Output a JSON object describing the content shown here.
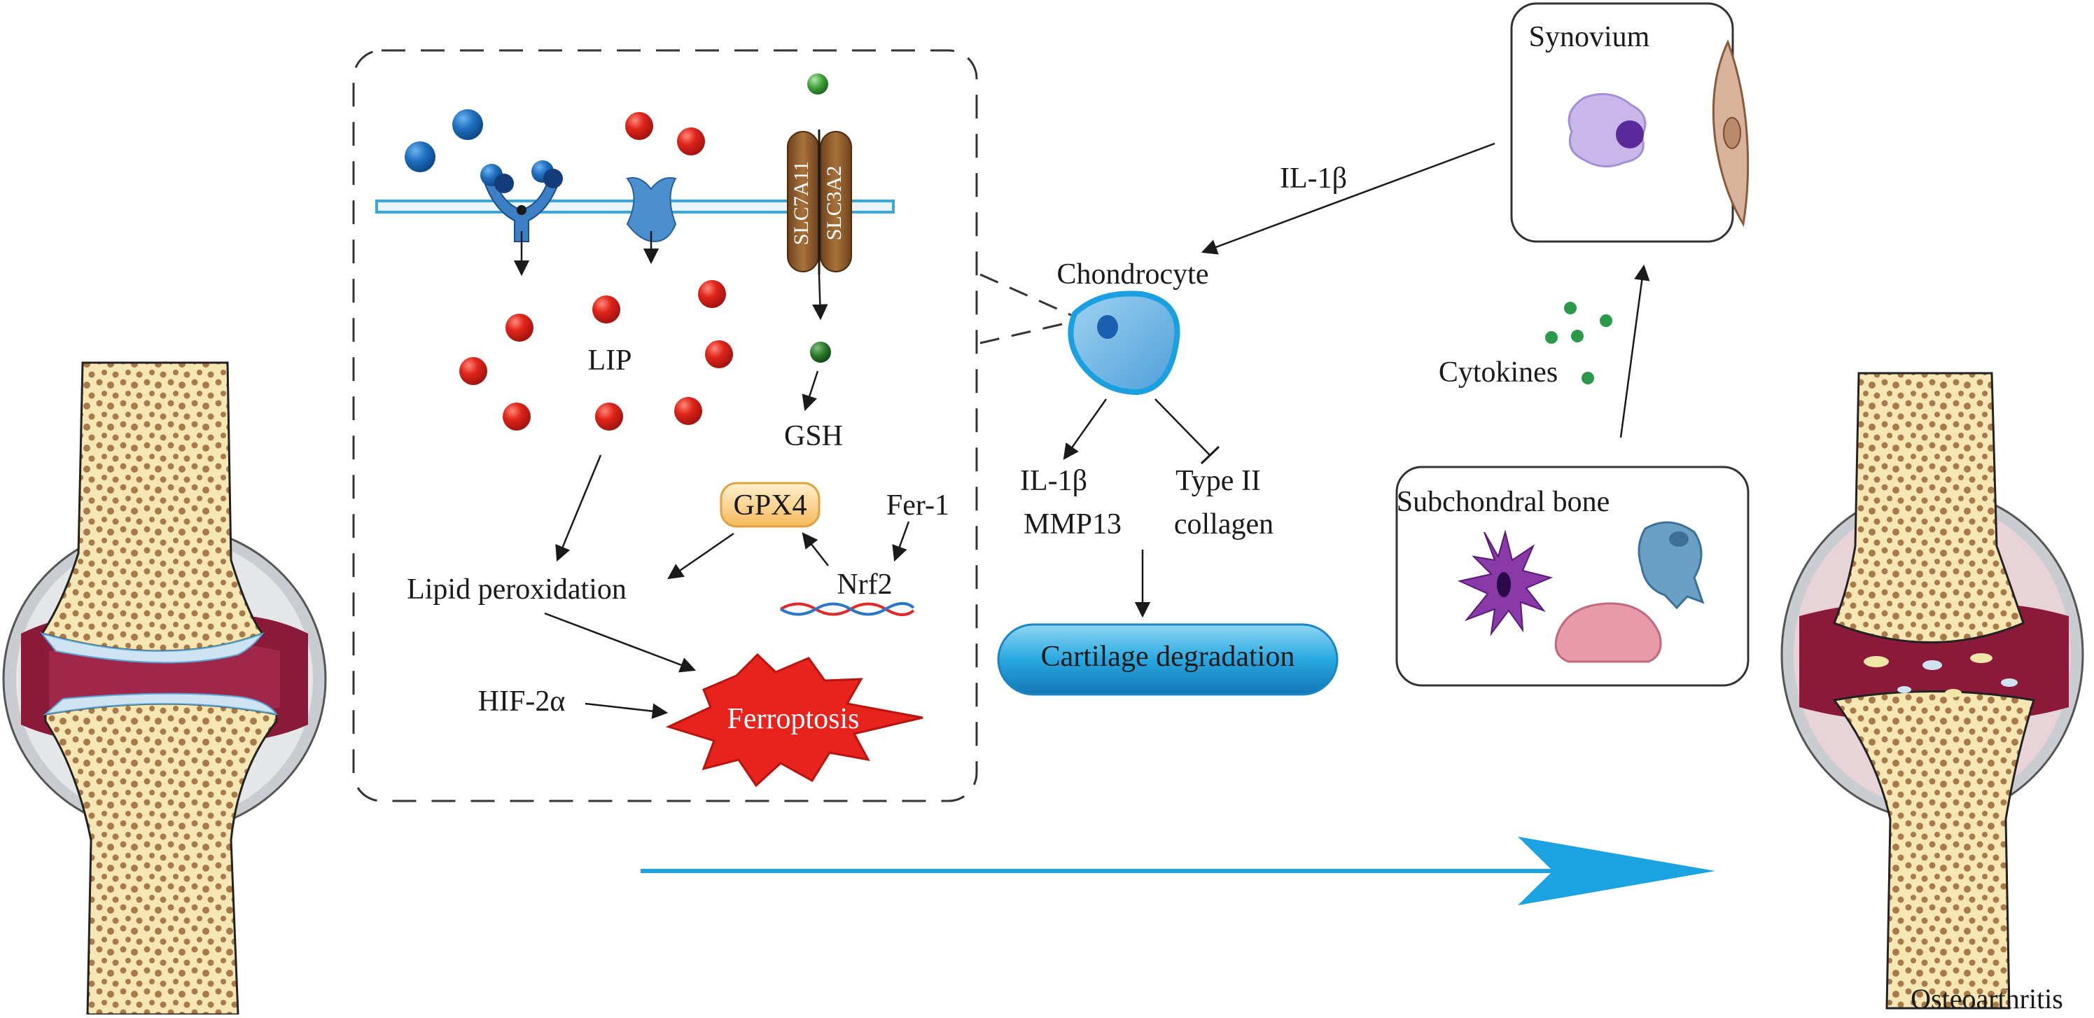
{
  "labels": {
    "lip": "LIP",
    "gsh": "GSH",
    "slc7a11": "SLC7A11",
    "slc3a2": "SLC3A2",
    "gpx4": "GPX4",
    "fer1": "Fer-1",
    "nrf2": "Nrf2",
    "lipid_peroxidation": "Lipid peroxidation",
    "hif2a": "HIF-2α",
    "ferroptosis": "Ferroptosis",
    "chondrocyte": "Chondrocyte",
    "il1b_out_1": "IL-1β",
    "il1b_out_2": "MMP13",
    "type2_1": "Type II",
    "type2_2": "collagen",
    "cartilage_degradation": "Cartilage degradation",
    "il1b_in": "IL-1β",
    "synovium": "Synovium",
    "cytokines": "Cytokines",
    "subchondral_bone": "Subchondral bone",
    "osteoarthritis": "Osteoarthritis"
  },
  "colors": {
    "iron": "#e1251b",
    "transferrin": "#1f6fbf",
    "membrane": "#3aa6dd",
    "antiporter": "#8a5a2b",
    "gpx4_fill": "#fbd28a",
    "ferroptosis_fill": "#e8221c",
    "cartilage_pill": "#29a9e0",
    "chondrocyte_fill": "#6fb8e6",
    "bone": "#f6e6b4",
    "bone_dots": "#a87a4a",
    "joint_red": "#8b1a3a",
    "progress_arrow": "#1aa3e0"
  }
}
